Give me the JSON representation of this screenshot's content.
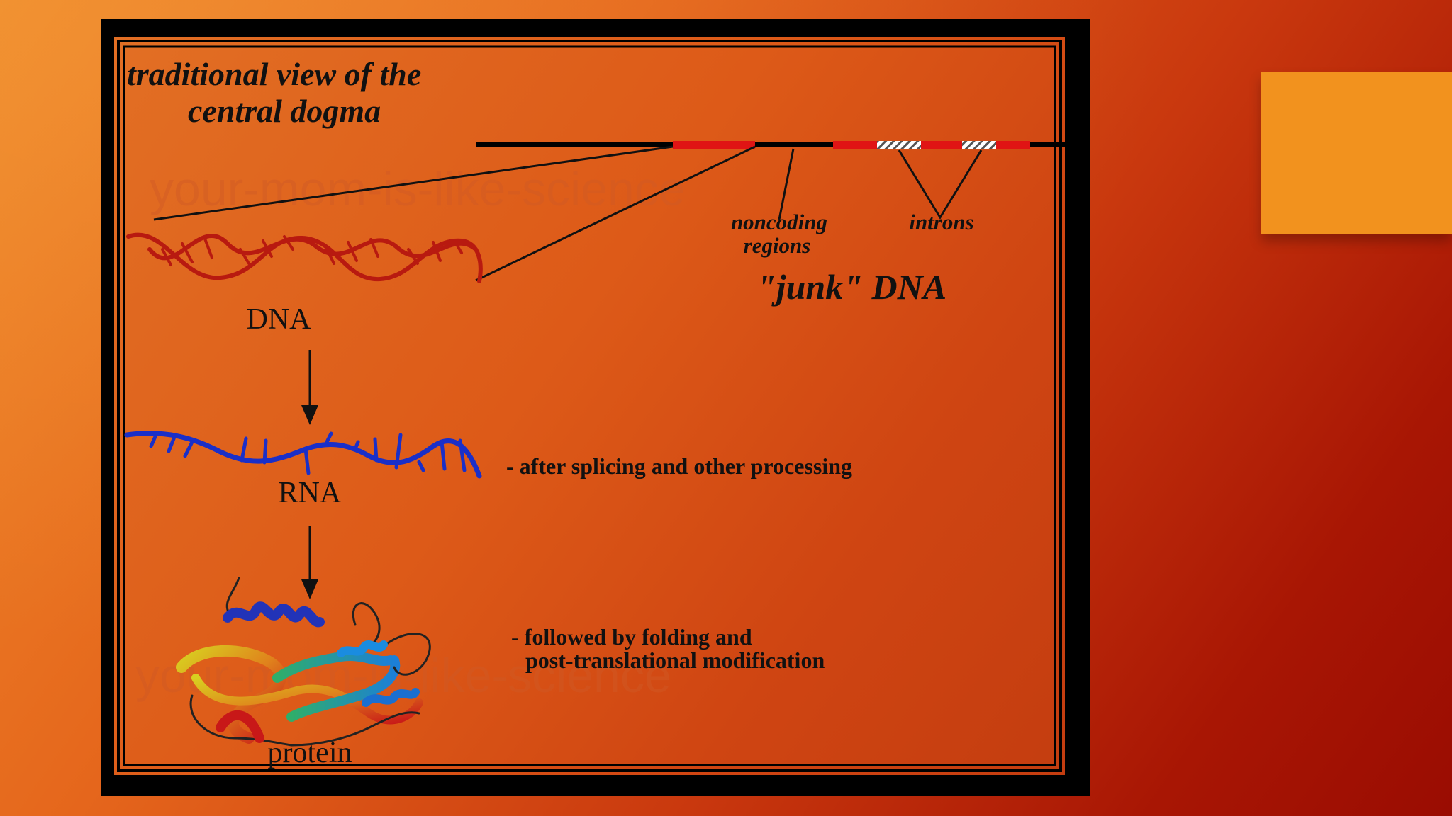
{
  "figure": {
    "title_line1": "traditional view of the",
    "title_line2": "central dogma",
    "noncoding_label_line1": "noncoding",
    "noncoding_label_line2": "regions",
    "introns_label": "introns",
    "junk_dna_label": "\"junk\" DNA",
    "dna_label": "DNA",
    "rna_label": "RNA",
    "protein_label": "protein",
    "rna_note": "- after splicing and other processing",
    "protein_note_line1": "- followed by folding and",
    "protein_note_line2": "post-translational modification",
    "watermark": "your-mom-is-like-science"
  },
  "colors": {
    "background_start": "#ef8a2a",
    "background_end": "#9a0c02",
    "accent_box": "#f2921e",
    "frame": "#000000",
    "dna_strand": "#b81a10",
    "rna_strand": "#1a2fc8",
    "gene_segment": "#e01414"
  },
  "icons": {
    "dna": "double-helix",
    "rna": "single-strand",
    "protein": "ribbon-structure"
  }
}
